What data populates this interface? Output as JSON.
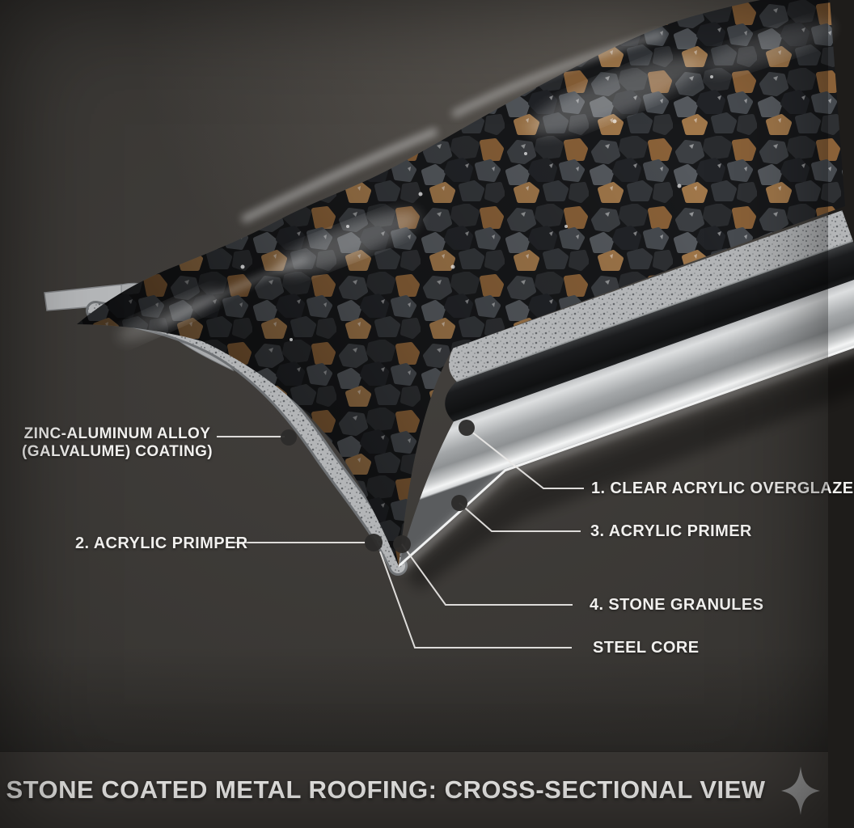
{
  "diagram": {
    "callouts": {
      "zinc": {
        "line1": "ZINC-ALUMINUM ALLOY",
        "line2": "(GALVALUME) COATING)"
      },
      "acrylic_primer_2": "2. ACRYLIC PRIMPER",
      "clear_acrylic_overglaze": "1. CLEAR ACRYLIC OVERGLAZE",
      "acrylic_primer_3": "3. ACRYLIC PRIMER",
      "stone_granules": "4. STONE GRANULES",
      "steel_core": "STEEL CORE"
    }
  },
  "footer": {
    "title": "STONE COATED METAL ROOFING: CROSS-SECTIONAL VIEW",
    "icon": "sparkle-icon"
  },
  "colors": {
    "background": "#383532",
    "footer_bar": "#3a3734",
    "label_text": "#f1f0ee",
    "leader_line": "#eceae8",
    "callout_dot": "#2c2b2a",
    "steel_layer": "#c9cbcd",
    "black_layer": "#141517",
    "speckled_primer_layer": "#b3b5b7",
    "stone_dark": "#303337",
    "stone_brown": "#976e41",
    "sparkle": "#929292"
  }
}
